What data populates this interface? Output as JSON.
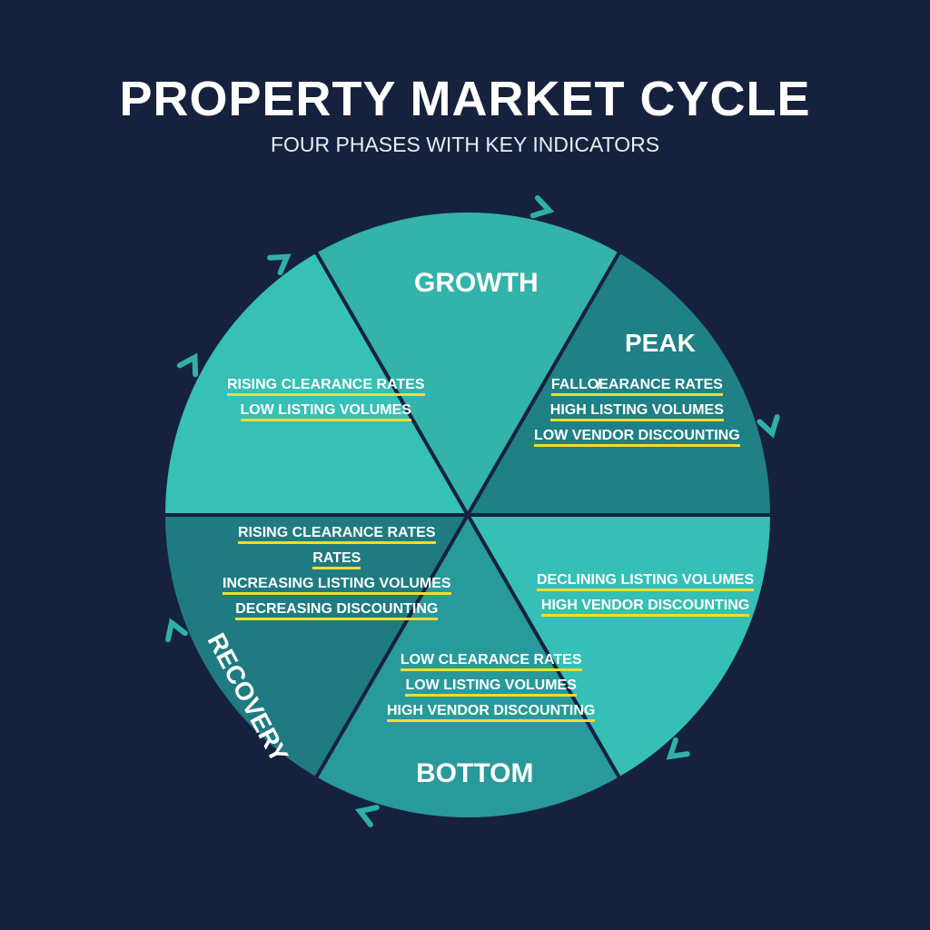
{
  "title": "PROPERTY MARKET CYCLE",
  "subtitle": "FOUR PHASES WITH KEY INDICATORS",
  "colors": {
    "background": "#16223d",
    "growth": "#33b3aa",
    "peak": "#1f8085",
    "lower_right": "#36bfb6",
    "bottom": "#289a9b",
    "recovery": "#1f7b81",
    "upper_left": "#36c0b6",
    "underline": "#f3dd2a",
    "arrow": "#2fb0a8"
  },
  "phases": {
    "growth": "GROWTH",
    "peak": "PEAK",
    "bottom": "BOTTOM",
    "recovery": "RECOVERY"
  },
  "indicators": {
    "upper_left": [
      "RISING CLEARANCE RATES",
      "LOW LISTING VOLUMES"
    ],
    "peak": [
      "FALLO̸EARANCE RATES",
      "HIGH LISTING VOLUMES",
      "LOW VENDOR DISCOUNTING"
    ],
    "recovery": [
      "RISING CLEARANCE RATES",
      "RATES",
      "INCREASING LISTING VOLUMES",
      "DECREASING DISCOUNTING"
    ],
    "lower_right": [
      "DECLINING LISTING VOLUMES",
      "HIGH VENDOR DISCOUNTING"
    ],
    "bottom": [
      "LOW CLEARANCE RATES",
      "LOW LISTING VOLUMES",
      "HIGH VENDOR DISCOUNTING"
    ]
  }
}
